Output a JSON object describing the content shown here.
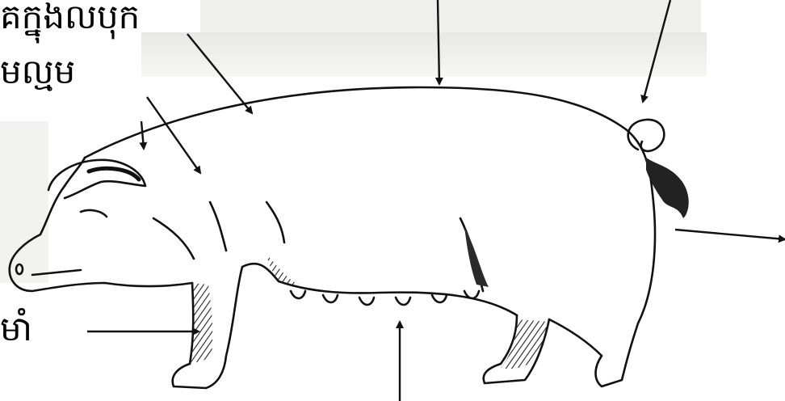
{
  "labels": {
    "top_left": "គក្នុងលបុក",
    "second": "មល្មម",
    "leg": "មាំ"
  },
  "colors": {
    "background": "#ffffff",
    "band": "#ececea",
    "ink": "#111111"
  }
}
